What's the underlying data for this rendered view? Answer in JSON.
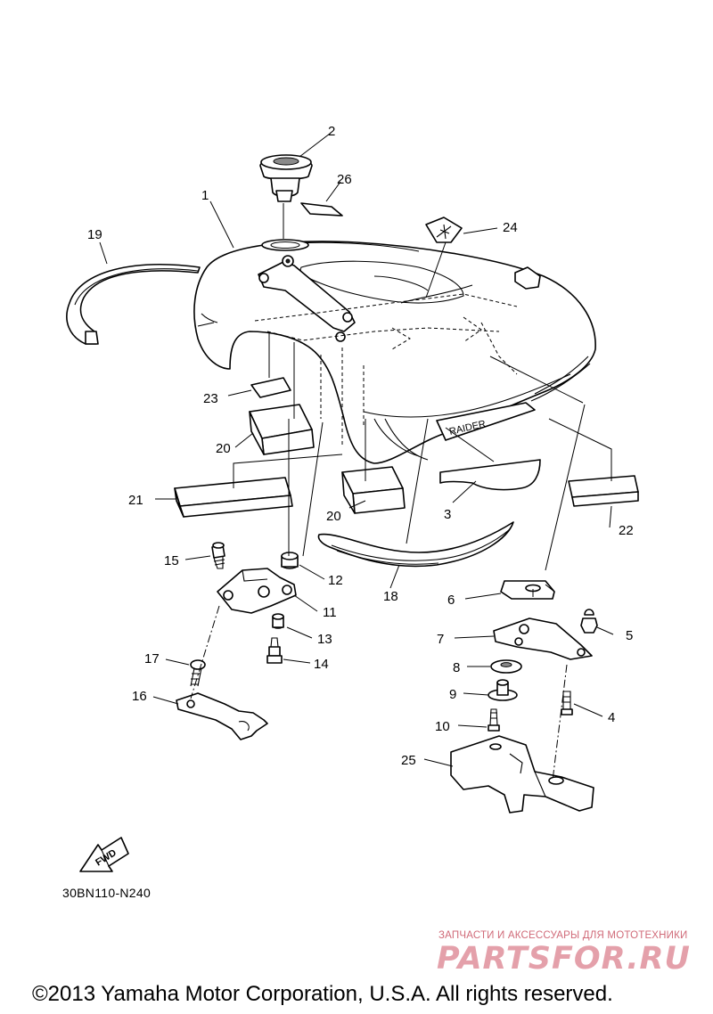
{
  "diagram": {
    "callouts": [
      {
        "id": "1",
        "label": "1"
      },
      {
        "id": "2",
        "label": "2"
      },
      {
        "id": "3",
        "label": "3"
      },
      {
        "id": "4",
        "label": "4"
      },
      {
        "id": "5",
        "label": "5"
      },
      {
        "id": "6",
        "label": "6"
      },
      {
        "id": "7",
        "label": "7"
      },
      {
        "id": "8",
        "label": "8"
      },
      {
        "id": "9",
        "label": "9"
      },
      {
        "id": "10",
        "label": "10"
      },
      {
        "id": "11",
        "label": "11"
      },
      {
        "id": "12",
        "label": "12"
      },
      {
        "id": "13",
        "label": "13"
      },
      {
        "id": "14",
        "label": "14"
      },
      {
        "id": "15",
        "label": "15"
      },
      {
        "id": "16",
        "label": "16"
      },
      {
        "id": "17",
        "label": "17"
      },
      {
        "id": "18",
        "label": "18"
      },
      {
        "id": "19",
        "label": "19"
      },
      {
        "id": "20a",
        "label": "20"
      },
      {
        "id": "20b",
        "label": "20"
      },
      {
        "id": "21",
        "label": "21"
      },
      {
        "id": "22",
        "label": "22"
      },
      {
        "id": "23",
        "label": "23"
      },
      {
        "id": "24",
        "label": "24"
      },
      {
        "id": "25",
        "label": "25"
      },
      {
        "id": "26",
        "label": "26"
      }
    ],
    "fwd_label": "FWD",
    "tank_decal_text": "RAIDER"
  },
  "reference_code": "30BN110-N240",
  "watermark": {
    "tagline": "ЗАПЧАСТИ И АКСЕССУАРЫ ДЛЯ МОТОТЕХНИКИ",
    "logo": "PARTSFOR.RU",
    "color": "#e4a0aa"
  },
  "copyright": "©2013 Yamaha Motor Corporation, U.S.A. All rights reserved."
}
